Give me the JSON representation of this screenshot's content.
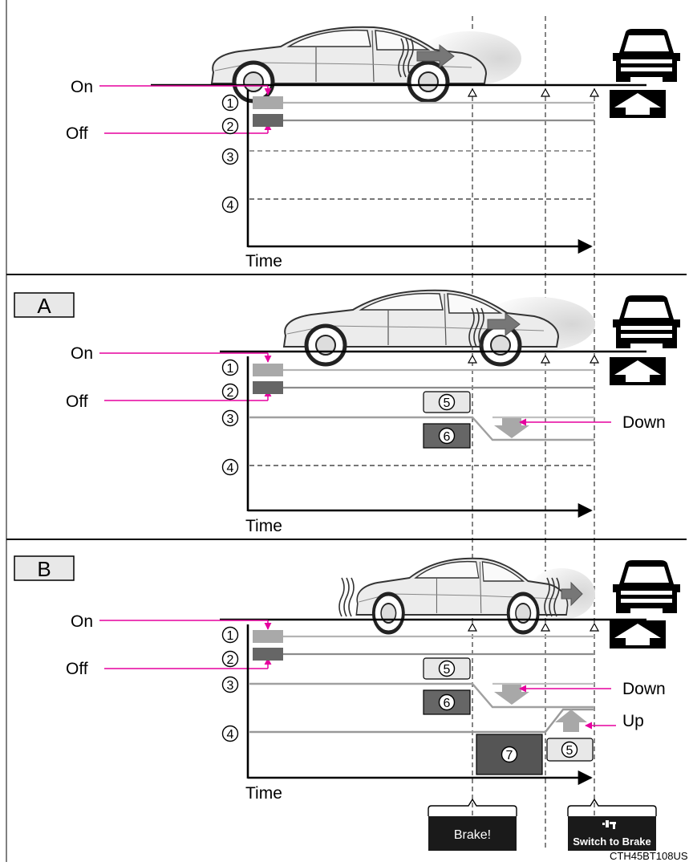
{
  "labels": {
    "on": "On",
    "off": "Off",
    "time": "Time",
    "down": "Down",
    "up": "Up"
  },
  "section_tags": [
    "A",
    "B"
  ],
  "numbers": [
    "1",
    "2",
    "3",
    "4",
    "5",
    "6",
    "7"
  ],
  "displays": {
    "brake": "Brake!",
    "switch_to_brake": "Switch to Brake",
    "switch_icon": "foot-to-brake-pedal-icon"
  },
  "code": "CTH45BT108US",
  "colors": {
    "magenta": "#e6009e",
    "line_light": "#b4b4b4",
    "line_mid": "#8c8c8c",
    "block_light": "#a9a9a9",
    "block_dark": "#666666",
    "block_darker": "#555555",
    "panel": "#000000"
  }
}
